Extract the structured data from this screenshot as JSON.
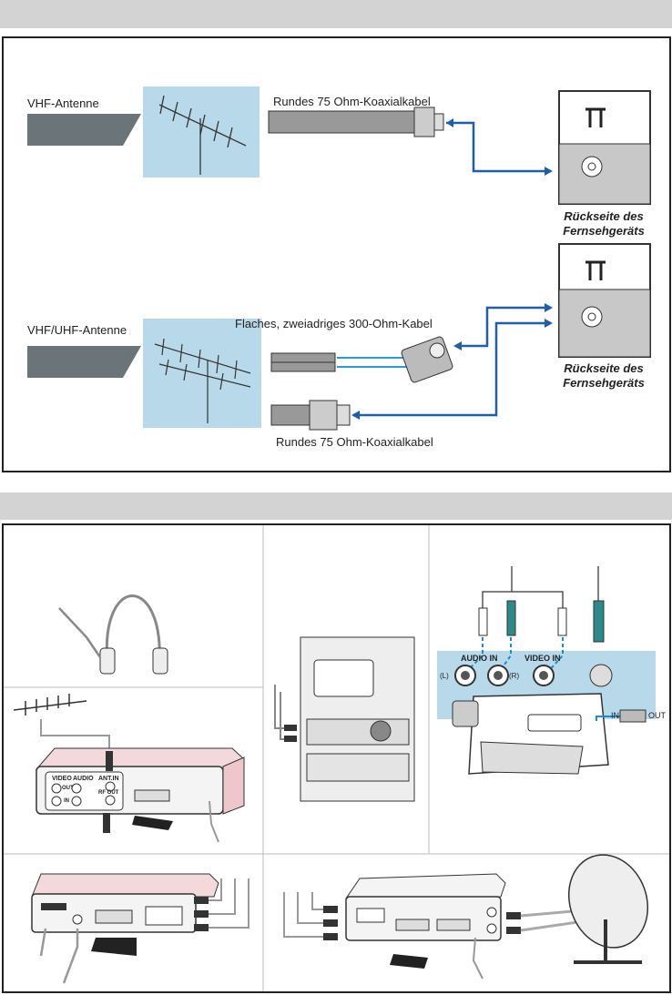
{
  "section1": {
    "antenna1_label": "VHF-Antenne",
    "cable1_label": "Rundes 75 Ohm-Koaxialkabel",
    "tv_back_label1": "Rückseite des",
    "tv_back_label2": "Fernsehgeräts",
    "antenna2_label": "VHF/UHF-Antenne",
    "cable2_label": "Flaches, zweiadriges 300-Ohm-Kabel",
    "cable3_label": "Rundes 75 Ohm-Koaxialkabel",
    "tv_back2_label1": "Rückseite des",
    "tv_back2_label2": "Fernsehgeräts"
  },
  "section2": {
    "camcorder": {
      "audio_in": "AUDIO  IN",
      "video_in": "VIDEO IN",
      "left": "(L)",
      "right": "(R)",
      "switch_in": "IN",
      "switch_out": "OUT"
    },
    "vcr": {
      "video": "VIDEO",
      "audio": "AUDIO",
      "out": "OUT",
      "in": "IN",
      "ant_in": "ANT.IN",
      "rf_out": "RF OUT"
    }
  },
  "colors": {
    "header_bar": "#d3d3d3",
    "accent_blue": "#1f5fa8",
    "panel_blue": "#b8d9ea",
    "vcr_pink": "#f3d9dc"
  }
}
